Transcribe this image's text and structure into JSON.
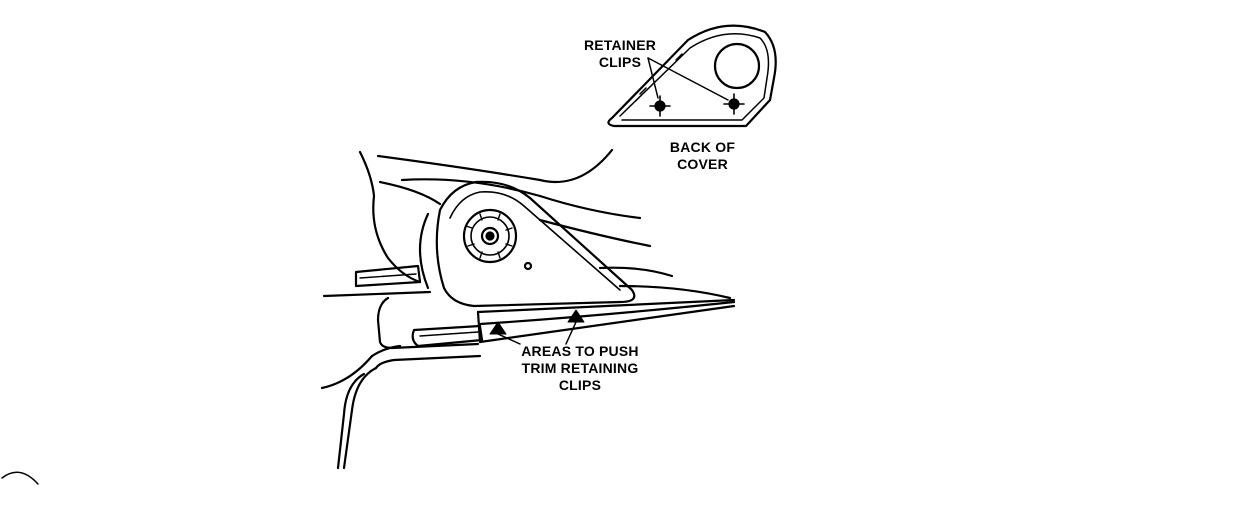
{
  "labels": {
    "retainer_clips": [
      "RETAINER",
      "CLIPS"
    ],
    "back_of_cover": [
      "BACK OF",
      "COVER"
    ],
    "push_areas": [
      "AREAS TO PUSH",
      "TRIM RETAINING",
      "CLIPS"
    ]
  },
  "colors": {
    "ink": "#000000",
    "paper": "#ffffff"
  }
}
